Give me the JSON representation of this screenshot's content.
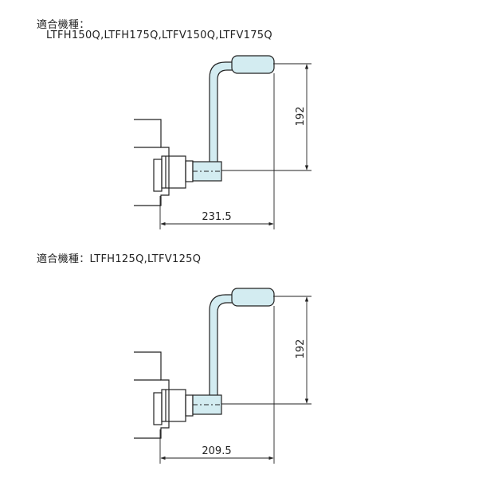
{
  "sections": [
    {
      "compat_label": "適合機種：",
      "models": "LTFH150Q,LTFH175Q,LTFV150Q,LTFV175Q",
      "height_dim": "192",
      "width_dim": "231.5"
    },
    {
      "compat_label": "適合機種：",
      "models": "LTFH125Q,LTFV125Q",
      "height_dim": "192",
      "width_dim": "209.5"
    }
  ],
  "colors": {
    "pipe_fill": "#d3ecf1",
    "stroke": "#222222",
    "background": "#ffffff"
  }
}
